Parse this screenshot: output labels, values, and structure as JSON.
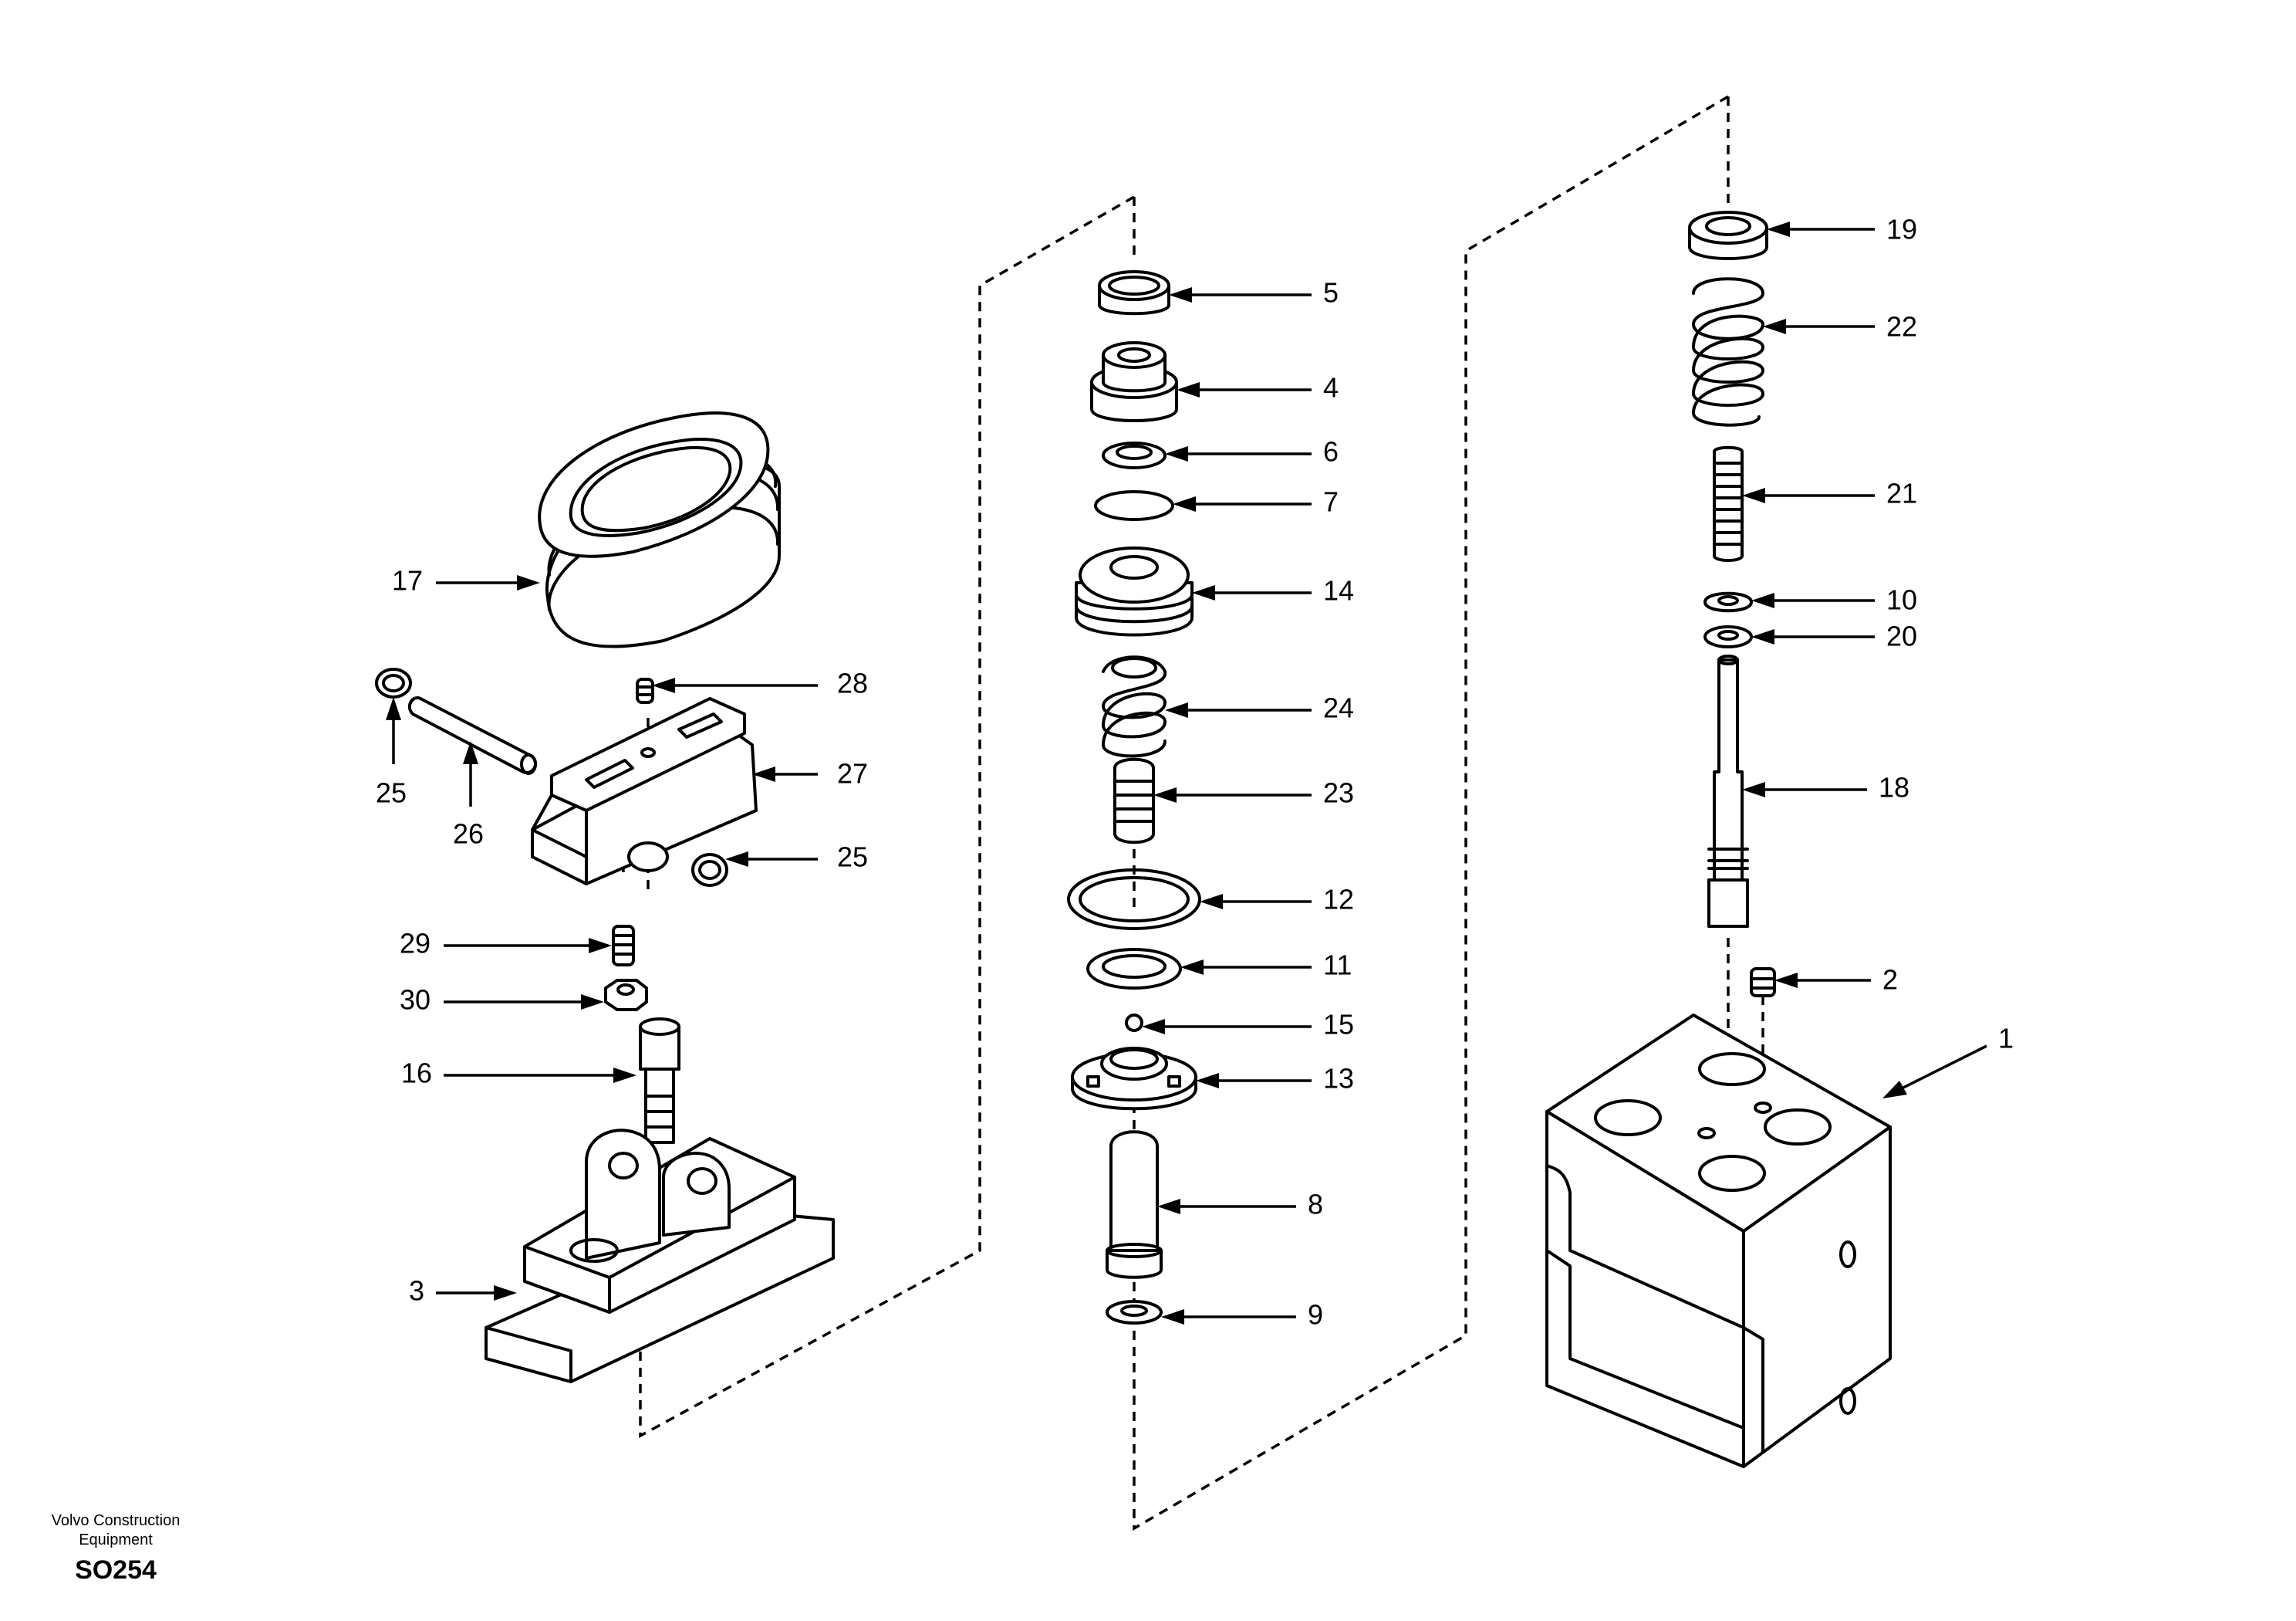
{
  "callouts": [
    "5",
    "4",
    "6",
    "7",
    "14",
    "24",
    "23",
    "12",
    "11",
    "15",
    "13",
    "8",
    "9",
    "19",
    "22",
    "21",
    "10",
    "20",
    "18",
    "2",
    "1",
    "17",
    "28",
    "27",
    "25",
    "26",
    "25",
    "29",
    "30",
    "16",
    "3"
  ],
  "footer": {
    "company_line1": "Volvo Construction",
    "company_line2": "Equipment",
    "code": "SO254"
  }
}
